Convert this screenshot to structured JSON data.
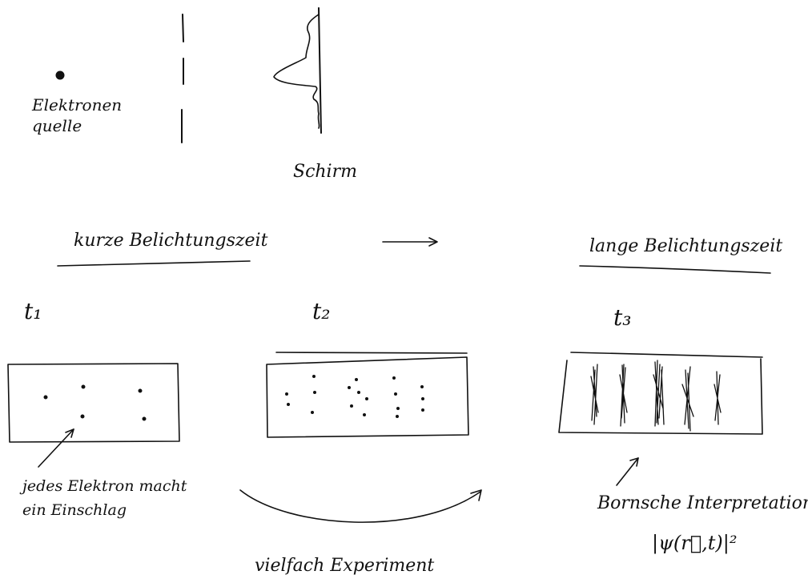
{
  "labels": {
    "source": "Elektronen quelle",
    "screen": "Schirm",
    "short_exposure": "kurze Belichtungszeit",
    "long_exposure": "lange Belichtungszeit",
    "t1": "t₁",
    "t2": "t₂",
    "t3": "t₃",
    "each_electron": "jedes Elektron macht ein Einschlag",
    "many_experiments": "vielfach Experiment",
    "born": "Bornsche Interpretation",
    "psi": "|ψ(r⃗,t)|²"
  }
}
